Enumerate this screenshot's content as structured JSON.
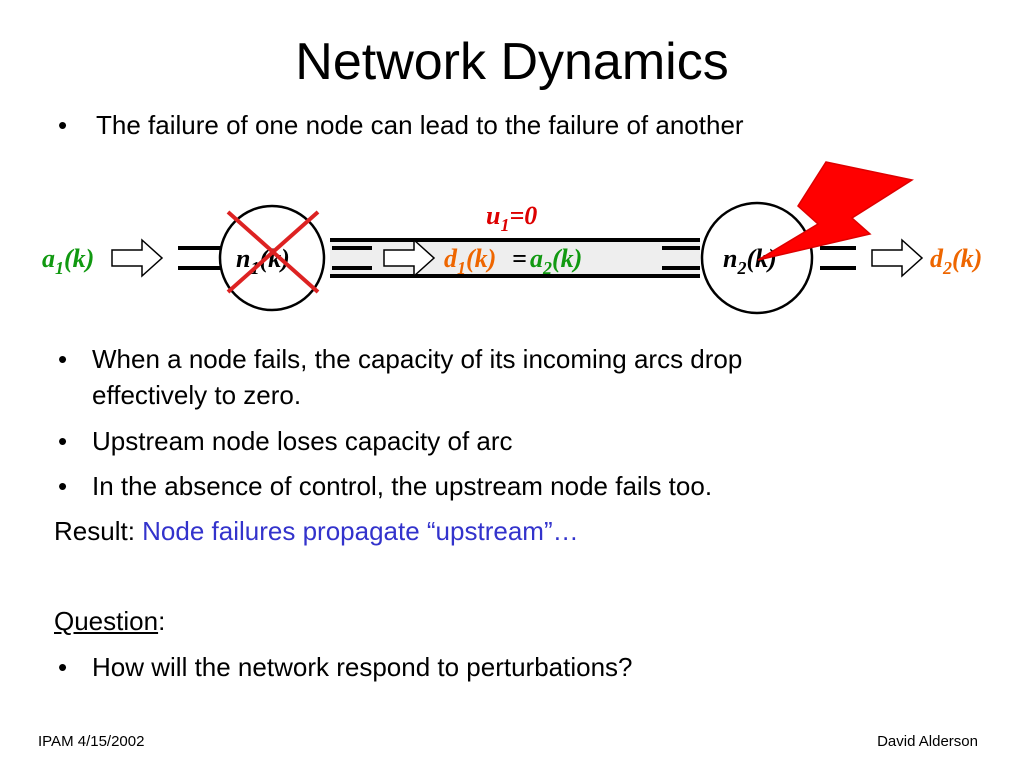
{
  "title": "Network Dynamics",
  "bullets_top": [
    "The failure of one node can lead to the failure of another"
  ],
  "diagram": {
    "a1_main": "a",
    "a1_sub": "1",
    "a1_tail": "(k)",
    "n1_main": "n",
    "n1_sub": "1",
    "n1_tail": "(k)",
    "d1_main": "d",
    "d1_sub": "1",
    "d1_tail": "(k)",
    "eq": "=",
    "a2_main": "a",
    "a2_sub": "2",
    "a2_tail": "(k)",
    "n2_main": "n",
    "n2_sub": "2",
    "n2_tail": "(k)",
    "d2_main": "d",
    "d2_sub": "2",
    "d2_tail": "(k)",
    "u1_main": "u",
    "u1_sub": "1",
    "u1_tail": "=0",
    "colors": {
      "green": "#119911",
      "orange": "#ee6600",
      "red": "#dd0000",
      "bolt": "#ff0000"
    }
  },
  "bullets_main": [
    {
      "line1": "When a node fails, the capacity of its incoming arcs drop",
      "line2": "effectively to zero."
    },
    {
      "line1": "Upstream node loses capacity of arc"
    },
    {
      "line1": "In the absence of control, the upstream node fails too."
    }
  ],
  "result": {
    "label": "Result: ",
    "text": "Node failures propagate “upstream”…"
  },
  "question": {
    "label": "Question",
    "colon": ":"
  },
  "bullet_last": "How will the network respond to perturbations?",
  "footer": {
    "left": "IPAM 4/15/2002",
    "right": "David Alderson"
  }
}
